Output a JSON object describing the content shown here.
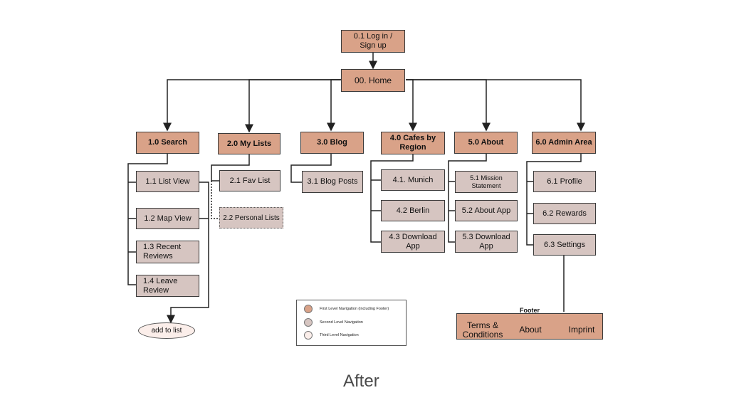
{
  "nodes": {
    "login": "0.1 Log in /\nSign up",
    "home": "00. Home",
    "search": "1.0 Search",
    "mylists": "2.0 My Lists",
    "blog": "3.0 Blog",
    "cafes": "4.0 Cafes by\nRegion",
    "about": "5.0 About",
    "admin": "6.0 Admin Area",
    "listview": "1.1 List View",
    "mapview": "1.2 Map View",
    "recent": "1.3 Recent\nReviews",
    "leave": "1.4 Leave\nReview",
    "addtolist": "add to list",
    "favlist": "2.1 Fav List",
    "personal": "2.2 Personal Lists",
    "blogposts": "3.1 Blog Posts",
    "munich": "4.1. Munich",
    "berlin": "4.2 Berlin",
    "download4": "4.3 Download\nApp",
    "mission": "5.1 Mission\nStatement",
    "aboutapp": "5.2 About App",
    "download5": "5.3 Download\nApp",
    "profile": "6.1 Profile",
    "rewards": "6.2 Rewards",
    "settings": "6.3 Settings"
  },
  "footer": {
    "label": "Footer",
    "items": [
      "Terms &\nConditions",
      "About",
      "Imprint"
    ]
  },
  "legend": {
    "items": [
      {
        "text": "First Level Navigation (including Footer)",
        "color": "#d9a288"
      },
      {
        "text": "Second Level Navigation",
        "color": "#d6c5c1"
      },
      {
        "text": "Third Level Navigation",
        "color": "#fbeeea"
      }
    ]
  },
  "caption": "After",
  "colors": {
    "first_level": "#d9a288",
    "second_level": "#d6c5c1",
    "third_level": "#fbeeea"
  }
}
